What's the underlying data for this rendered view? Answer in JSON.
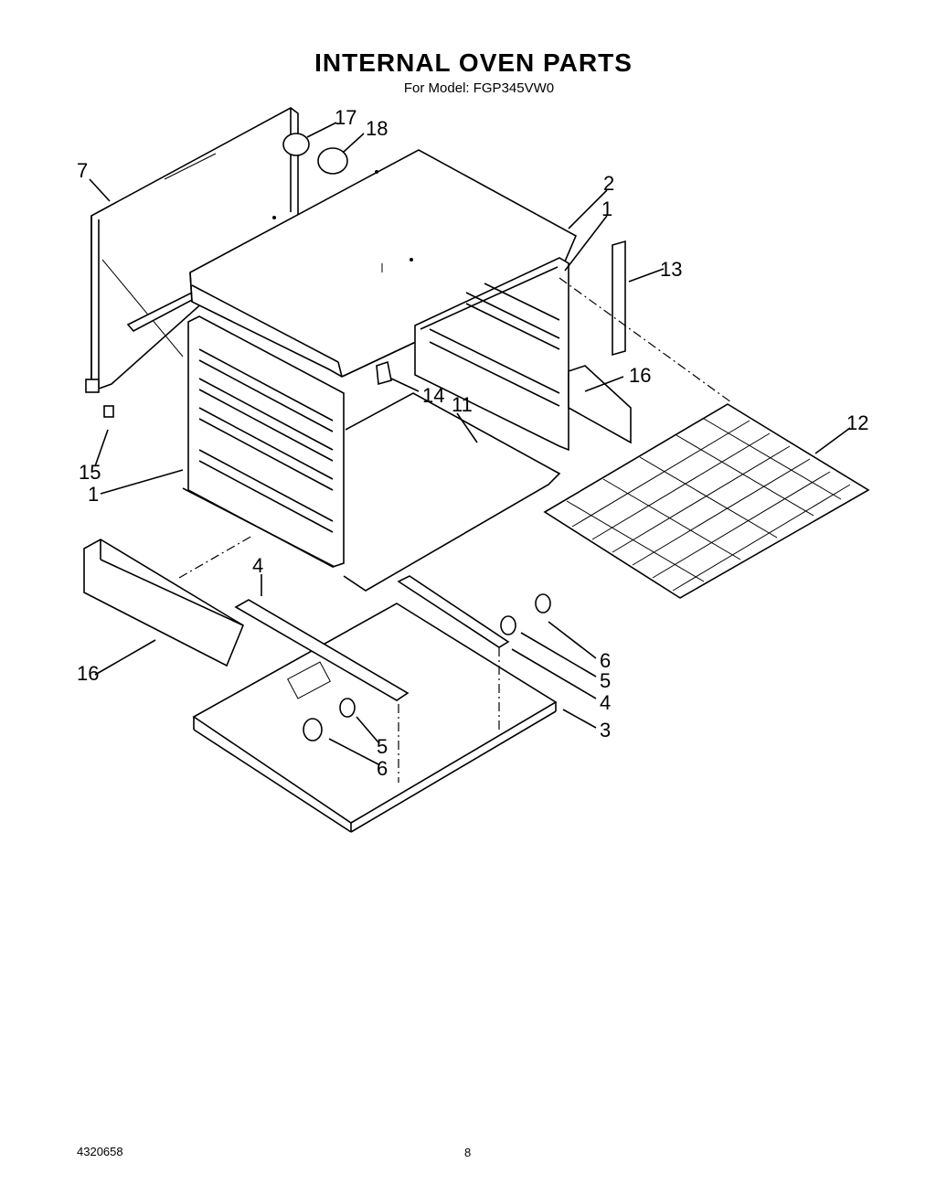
{
  "header": {
    "title": "INTERNAL OVEN PARTS",
    "subtitle": "For Model: FGP345VW0"
  },
  "callouts": {
    "c1a": "1",
    "c1b": "1",
    "c2": "2",
    "c3": "3",
    "c4a": "4",
    "c4b": "4",
    "c5a": "5",
    "c5b": "5",
    "c6a": "6",
    "c6b": "6",
    "c7": "7",
    "c11": "11",
    "c12": "12",
    "c13": "13",
    "c14": "14",
    "c15": "15",
    "c16a": "16",
    "c16b": "16",
    "c17": "17",
    "c18": "18"
  },
  "footer": {
    "doc_number": "4320658",
    "page_number": "8"
  }
}
